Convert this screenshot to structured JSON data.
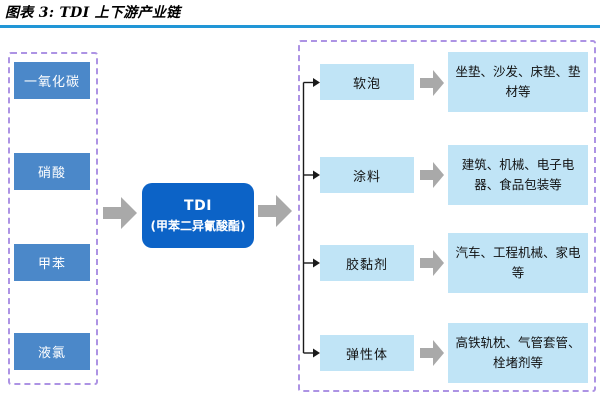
{
  "title": "图表 3: TDI 上下游产业链",
  "colors": {
    "header_line": "#2196D6",
    "upstream_box": "#4B88C9",
    "tdi_box": "#0C63C7",
    "downstream_box": "#C0E4F6",
    "dashed_border": "#AD93E4",
    "arrow_gray": "#A9A9A9",
    "connector": "#1A1A1A"
  },
  "upstream": {
    "items": [
      {
        "label": "一氧化碳"
      },
      {
        "label": "硝酸"
      },
      {
        "label": "甲苯"
      },
      {
        "label": "液氯"
      }
    ]
  },
  "center": {
    "line1": "TDI",
    "line2": "(甲苯二异氰酸酯)"
  },
  "downstream": {
    "rows": [
      {
        "category": "软泡",
        "applications": "坐垫、沙发、床垫、垫材等"
      },
      {
        "category": "涂料",
        "applications": "建筑、机械、电子电器、食品包装等"
      },
      {
        "category": "胶黏剂",
        "applications": "汽车、工程机械、家电等"
      },
      {
        "category": "弹性体",
        "applications": "高铁轨枕、气管套管、栓堵剂等"
      }
    ]
  },
  "icons": {
    "flow_arrow": "right-block-arrow",
    "branch_arrow": "right-arrowhead"
  }
}
